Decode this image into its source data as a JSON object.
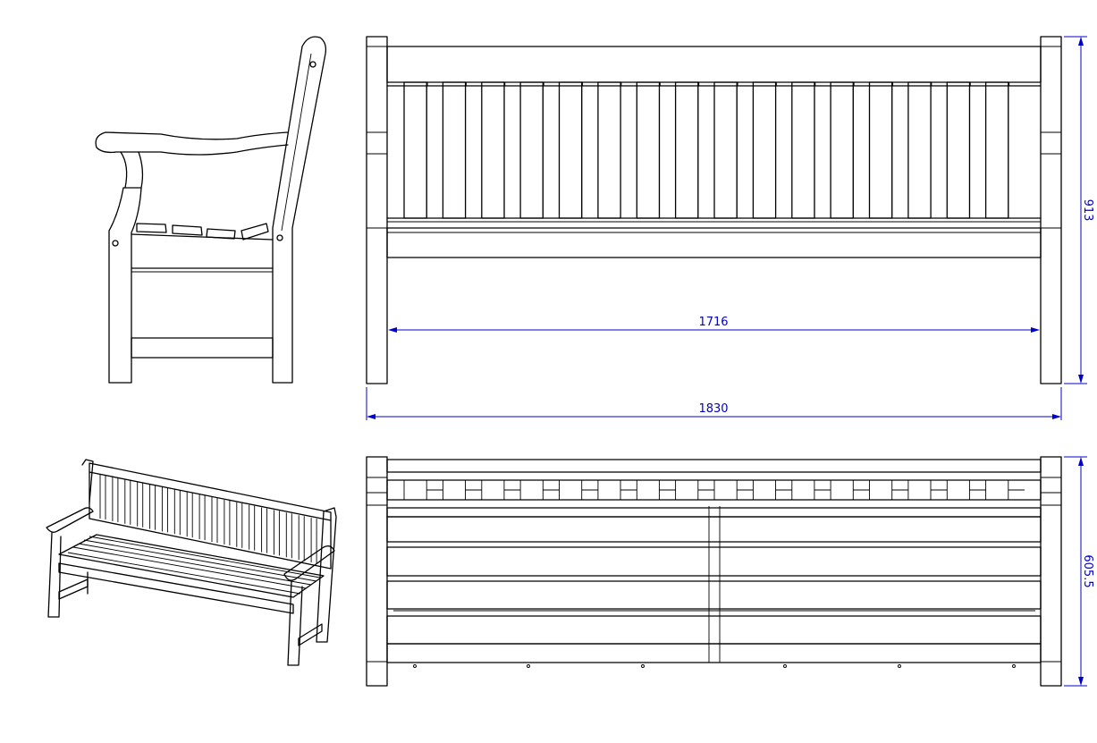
{
  "dimensions": {
    "inner_width": "1716",
    "overall_width": "1830",
    "height": "913",
    "depth": "605.5"
  },
  "colors": {
    "line": "#000000",
    "dimension": "#0000cc",
    "background": "#ffffff"
  }
}
